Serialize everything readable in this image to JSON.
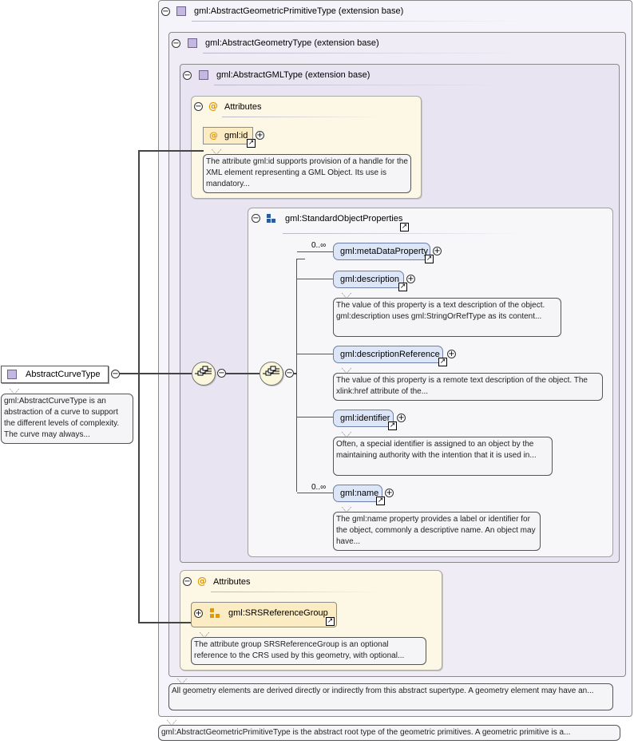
{
  "root": {
    "name": "AbstractCurveType",
    "doc": "gml:AbstractCurveType is an abstraction of a curve to support the different levels of complexity. The curve may always..."
  },
  "ext_primitive": {
    "title": "gml:AbstractGeometricPrimitiveType (extension base)",
    "doc": "gml:AbstractGeometricPrimitiveType is the abstract root type of the geometric primitives. A geometric primitive is a..."
  },
  "ext_geometry": {
    "title": "gml:AbstractGeometryType (extension base)",
    "doc": "All geometry elements are derived directly or indirectly from this abstract supertype. A geometry element may have an..."
  },
  "ext_gml": {
    "title": "gml:AbstractGMLType (extension base)"
  },
  "attributes_top": {
    "title": "Attributes",
    "id_attr": "gml:id",
    "id_doc": "The attribute gml:id supports provision of a handle for the XML element representing a GML Object. Its use is mandatory..."
  },
  "std_group": {
    "title": "gml:StandardObjectProperties",
    "elements": [
      {
        "name": "gml:metaDataProperty",
        "occurs": "0..∞",
        "doc": ""
      },
      {
        "name": "gml:description",
        "occurs": "",
        "doc": "The value of this property is a text description of the object. gml:description uses gml:StringOrRefType as its content..."
      },
      {
        "name": "gml:descriptionReference",
        "occurs": "",
        "doc": "The value of this property is a remote text description of the object. The xlink:href attribute of the..."
      },
      {
        "name": "gml:identifier",
        "occurs": "",
        "doc": "Often, a special identifier is assigned to an object by the maintaining authority with the intention that it is used in..."
      },
      {
        "name": "gml:name",
        "occurs": "0..∞",
        "doc": "The gml:name property provides a label or identifier for the object, commonly a descriptive name. An object may have..."
      }
    ]
  },
  "attributes_bottom": {
    "title": "Attributes",
    "group": "gml:SRSReferenceGroup",
    "group_doc": "The attribute group SRSReferenceGroup is an optional reference to the CRS used by this geometry, with optional..."
  },
  "icons": {
    "collapse": "minus-icon",
    "expand": "plus-icon",
    "link": "link-arrow-icon",
    "sequence": "sequence-compositor-icon",
    "complex_type": "complex-type-icon",
    "attribute": "attribute-at-icon",
    "group": "group-icon"
  },
  "colors": {
    "element_fill": "#dde6f7",
    "attribute_fill": "#fdf7e6",
    "type_icon": "#c5b8e0",
    "at_symbol": "#e09a00"
  }
}
